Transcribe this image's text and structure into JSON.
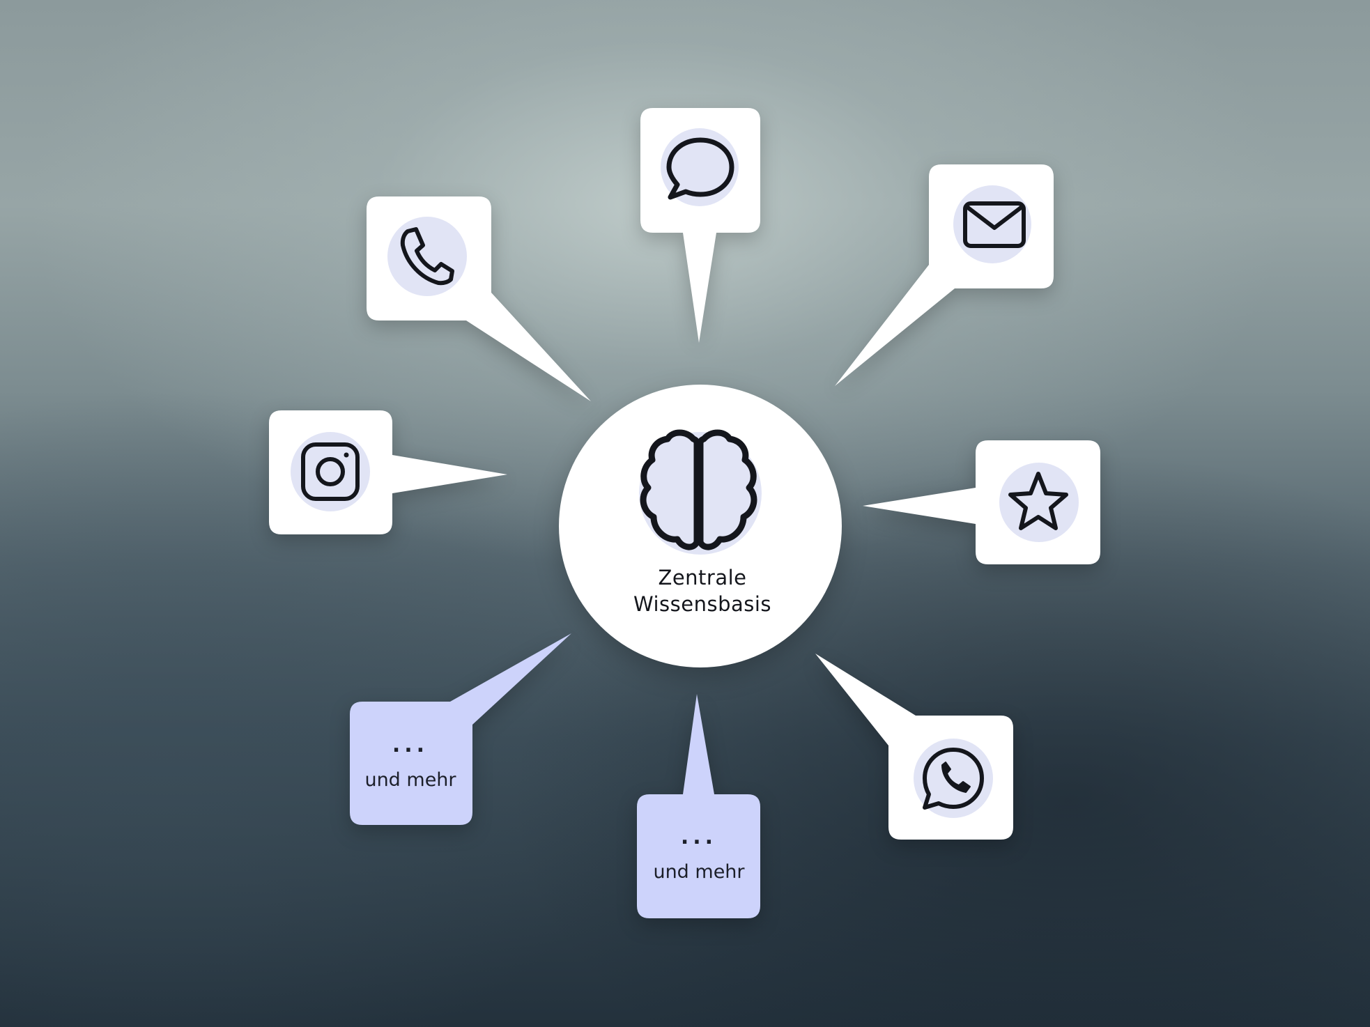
{
  "hub": {
    "title_line1": "Zentrale",
    "title_line2": "Wissensbasis",
    "icon": "brain-icon"
  },
  "channels": [
    {
      "name": "chat",
      "icon": "chat-bubble-icon"
    },
    {
      "name": "email",
      "icon": "envelope-icon"
    },
    {
      "name": "rating",
      "icon": "star-icon"
    },
    {
      "name": "whatsapp",
      "icon": "whatsapp-icon"
    },
    {
      "name": "phone",
      "icon": "phone-icon"
    },
    {
      "name": "instagram",
      "icon": "instagram-icon"
    }
  ],
  "more_cards": [
    {
      "dots": "...",
      "label": "und mehr"
    },
    {
      "dots": "...",
      "label": "und mehr"
    }
  ],
  "colors": {
    "card": "#ffffff",
    "icon_circle": "#e1e4f5",
    "more_card": "#cdd3fb",
    "stroke": "#14161c"
  }
}
